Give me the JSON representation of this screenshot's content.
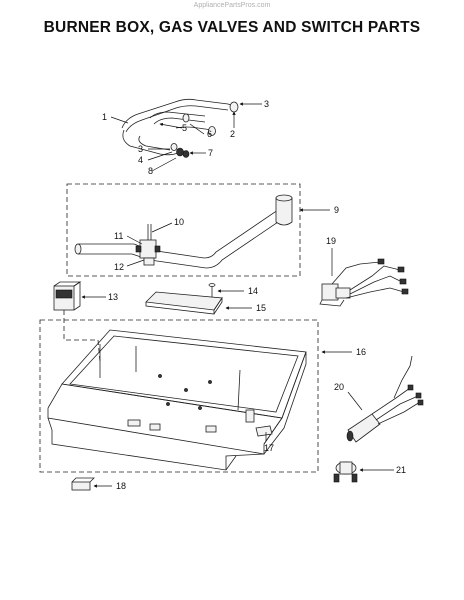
{
  "watermark": "AppliancePartsPros.com",
  "title": "BURNER BOX, GAS VALVES AND SWITCH PARTS",
  "callouts": [
    "1",
    "2",
    "3",
    "3",
    "4",
    "5",
    "6",
    "7",
    "8",
    "9",
    "10",
    "11",
    "12",
    "13",
    "14",
    "15",
    "16",
    "17",
    "18",
    "19",
    "20",
    "21"
  ]
}
